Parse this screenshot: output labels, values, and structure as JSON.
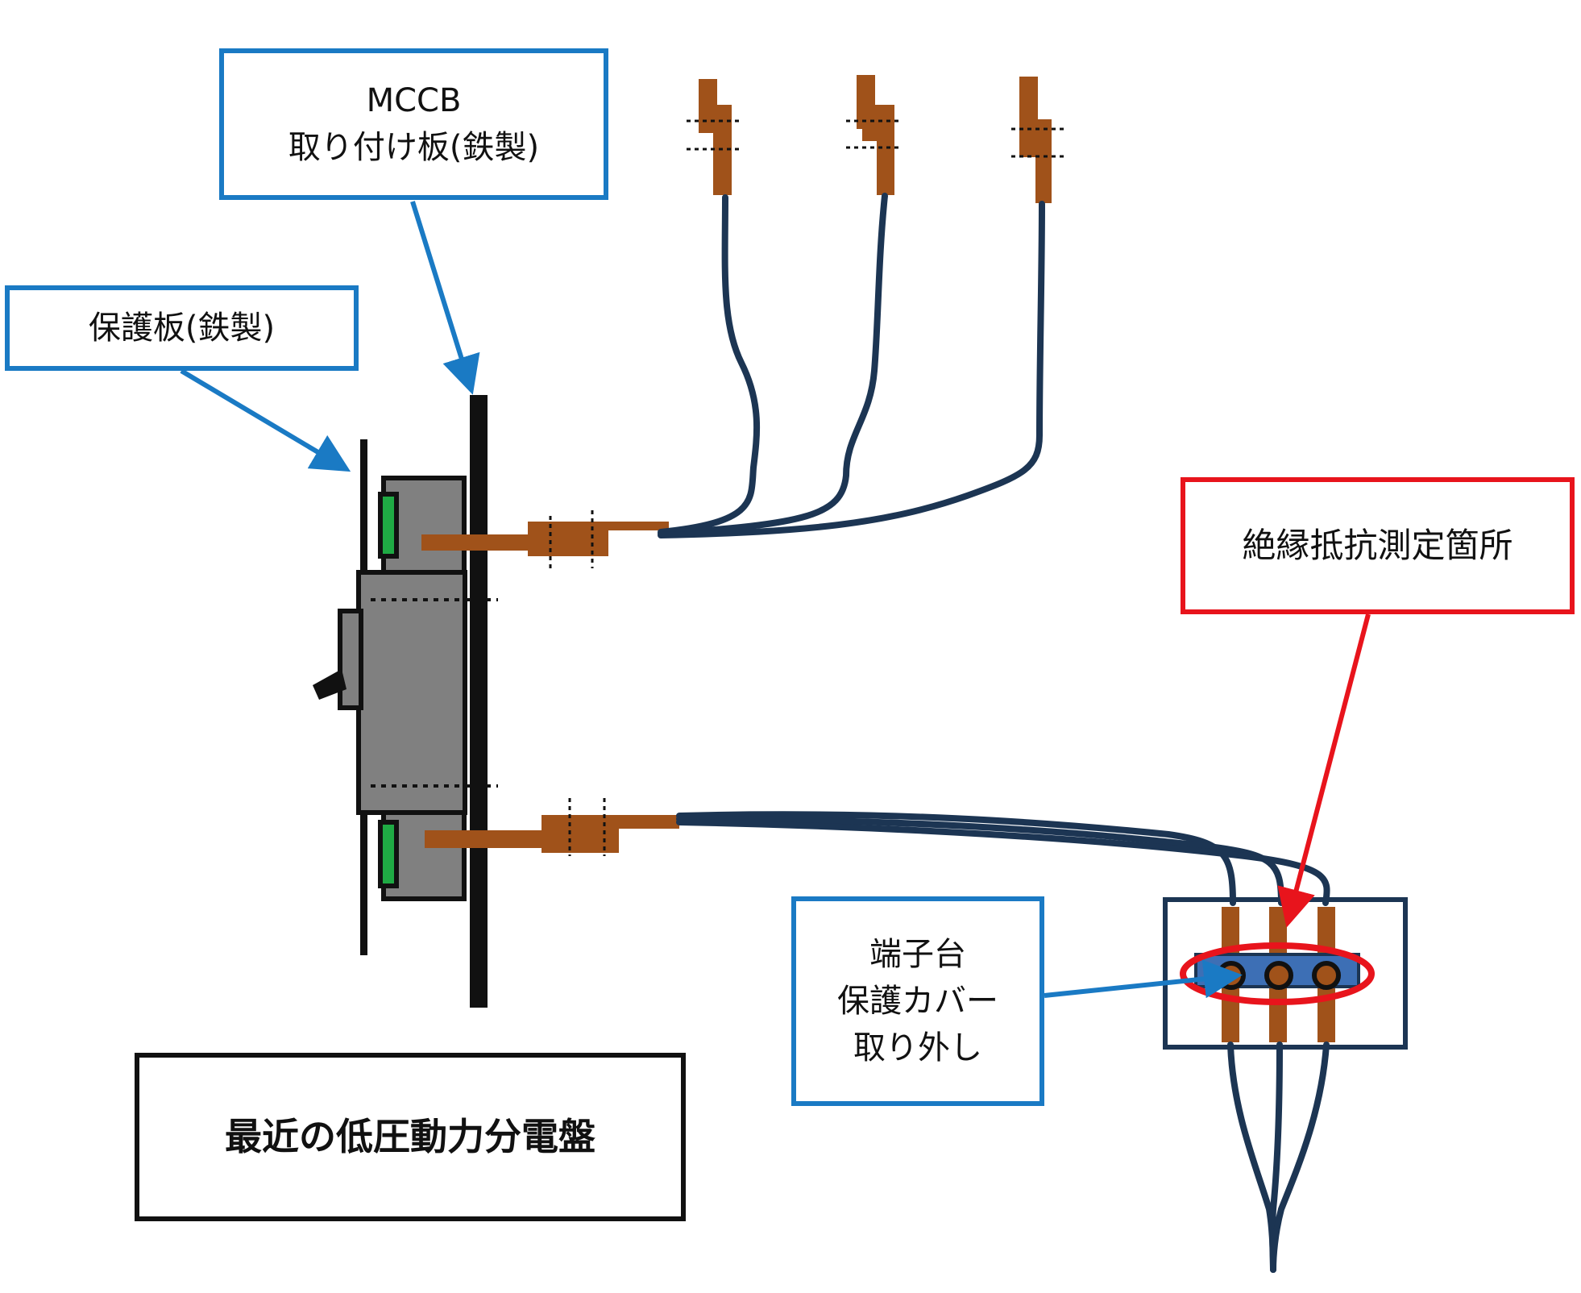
{
  "labels": {
    "mccb_plate": [
      "MCCB",
      "取り付け板(鉄製)"
    ],
    "protection_plate": "保護板(鉄製)",
    "measurement_point": "絶縁抵抗測定箇所",
    "terminal_cover": [
      "端子台",
      "保護カバー",
      "取り外し"
    ],
    "title": "最近の低圧動力分電盤"
  },
  "colors": {
    "callout_blue": "#1a7ac4",
    "callout_red": "#e8141c",
    "cable_navy": "#1c3553",
    "copper": "#a0521a",
    "breaker_gray": "#808080",
    "terminal_green": "#1faa44",
    "steel_black": "#111111",
    "cover_blue": "#3d6fb5"
  },
  "icons": [
    "mccb-breaker-icon",
    "busbar-terminal-icon",
    "terminal-block-icon",
    "callout-arrow-icon"
  ]
}
